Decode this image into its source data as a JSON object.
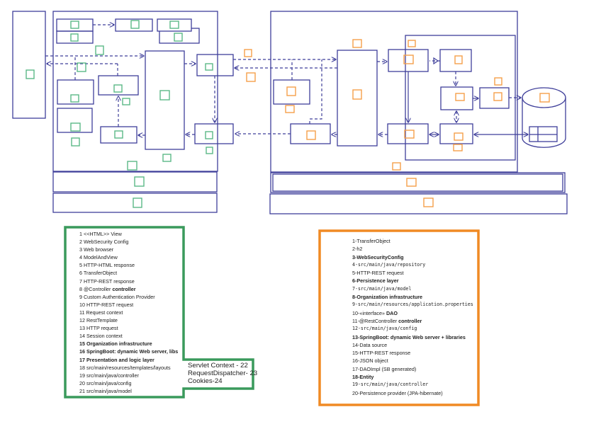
{
  "colors": {
    "diagram_line": "#3f3f9a",
    "green_marker": "#5bb887",
    "orange_marker": "#f5a04a",
    "green_frame": "#3a9a5c",
    "orange_frame": "#f08a24"
  },
  "green_legend": [
    {
      "text": "1 <<HTML>> View"
    },
    {
      "text": "2 WebSecurity Config"
    },
    {
      "text": "3 Web browser"
    },
    {
      "text": "4 ModelAndView"
    },
    {
      "text": "5 HTTP-HTML response"
    },
    {
      "text": "6 TransferObject"
    },
    {
      "text": "7 HTTP-REST response"
    },
    {
      "text": "8 @Controller ",
      "bold_suffix": "controller"
    },
    {
      "text": "9 Custom Authentication Provider"
    },
    {
      "text": "10 HTTP-REST request"
    },
    {
      "text": "11 Request context"
    },
    {
      "text": "12 RestTemplate"
    },
    {
      "text": "13 HTTP request"
    },
    {
      "text": "14 Session context"
    },
    {
      "text": "15 Organization infrastructure",
      "bold": true
    },
    {
      "text": "16 SpringBoot: dynamic Web server, libs",
      "bold": true
    },
    {
      "text": "17 Presentation and logic layer",
      "bold": true
    },
    {
      "text": "18 src/main/resources/templates/layouts"
    },
    {
      "text": "19 src/main/java/controller"
    },
    {
      "text": "20 src/main/java/config"
    },
    {
      "text": "21 src/main/java/model"
    }
  ],
  "green_legend_extra": [
    "Servlet Context - 22",
    "RequestDispatcher- 23",
    "Cookies-24"
  ],
  "orange_legend": [
    {
      "text": "1-TransferObject"
    },
    {
      "text": "2-h2"
    },
    {
      "text": "3-WebSecurityConfig",
      "bold": true
    },
    {
      "text": "4-src/main/java/repository",
      "mono": true
    },
    {
      "text": "5-HTTP-REST request"
    },
    {
      "text": "6-Persistence layer",
      "bold": true
    },
    {
      "text": "7-src/main/java/model",
      "mono": true
    },
    {
      "text": "8-Organization infrastructure",
      "bold": true
    },
    {
      "text": "9-src/main/resources/application.properties",
      "mono": true
    },
    {
      "text": "10-«interface» ",
      "bold_suffix": "DAO"
    },
    {
      "text": "11-@RestController ",
      "bold_suffix": "controller"
    },
    {
      "text": "12-src/main/java/config",
      "mono": true
    },
    {
      "text": "13-SpringBoot: dynamic Web server + libraries",
      "bold": true
    },
    {
      "text": "14-Data source"
    },
    {
      "text": "15-HTTP-REST response"
    },
    {
      "text": "16-JSON object"
    },
    {
      "text": "17-DAOImpl (SB generated)"
    },
    {
      "text": "18-Entity",
      "bold": true
    },
    {
      "text": "19-src/main/java/controller",
      "mono": true
    },
    {
      "text": "20-Persistence provider (JPA-hibernate)"
    }
  ]
}
